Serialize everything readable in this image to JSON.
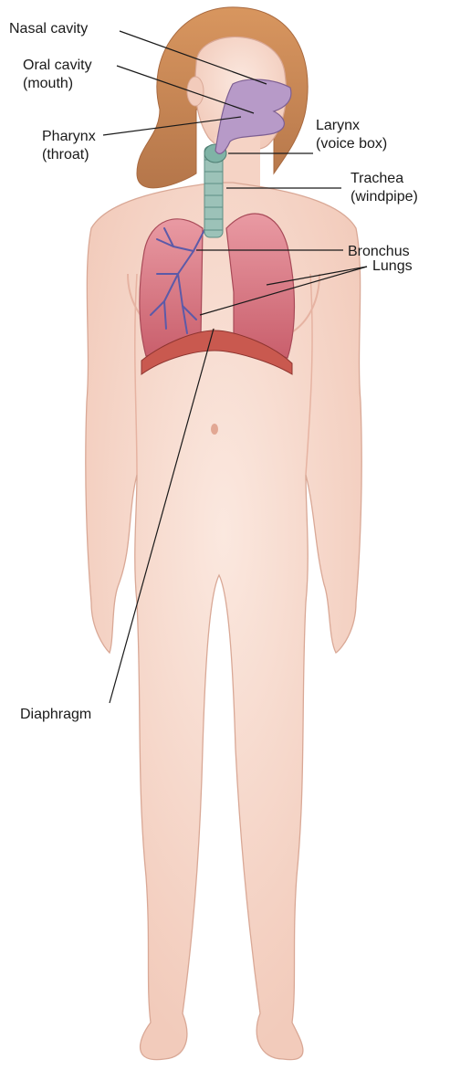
{
  "labels": {
    "nasal_cavity": "Nasal cavity",
    "oral_cavity_1": "Oral cavity",
    "oral_cavity_2": "(mouth)",
    "pharynx_1": "Pharynx",
    "pharynx_2": "(throat)",
    "larynx_1": "Larynx",
    "larynx_2": "(voice box)",
    "trachea_1": "Trachea",
    "trachea_2": "(windpipe)",
    "bronchus": "Bronchus",
    "lungs": "Lungs",
    "diaphragm": "Diaphragm"
  },
  "colors": {
    "skin": "#f7d9cc",
    "skin_shadow": "#eebfae",
    "hair": "#c98a5a",
    "lung": "#d97a86",
    "airway": "#b79ac8",
    "trachea": "#9cc2b8",
    "bronchi": "#5c5aa8",
    "diaphragm": "#c9594f",
    "leader": "#1a1a1a"
  }
}
